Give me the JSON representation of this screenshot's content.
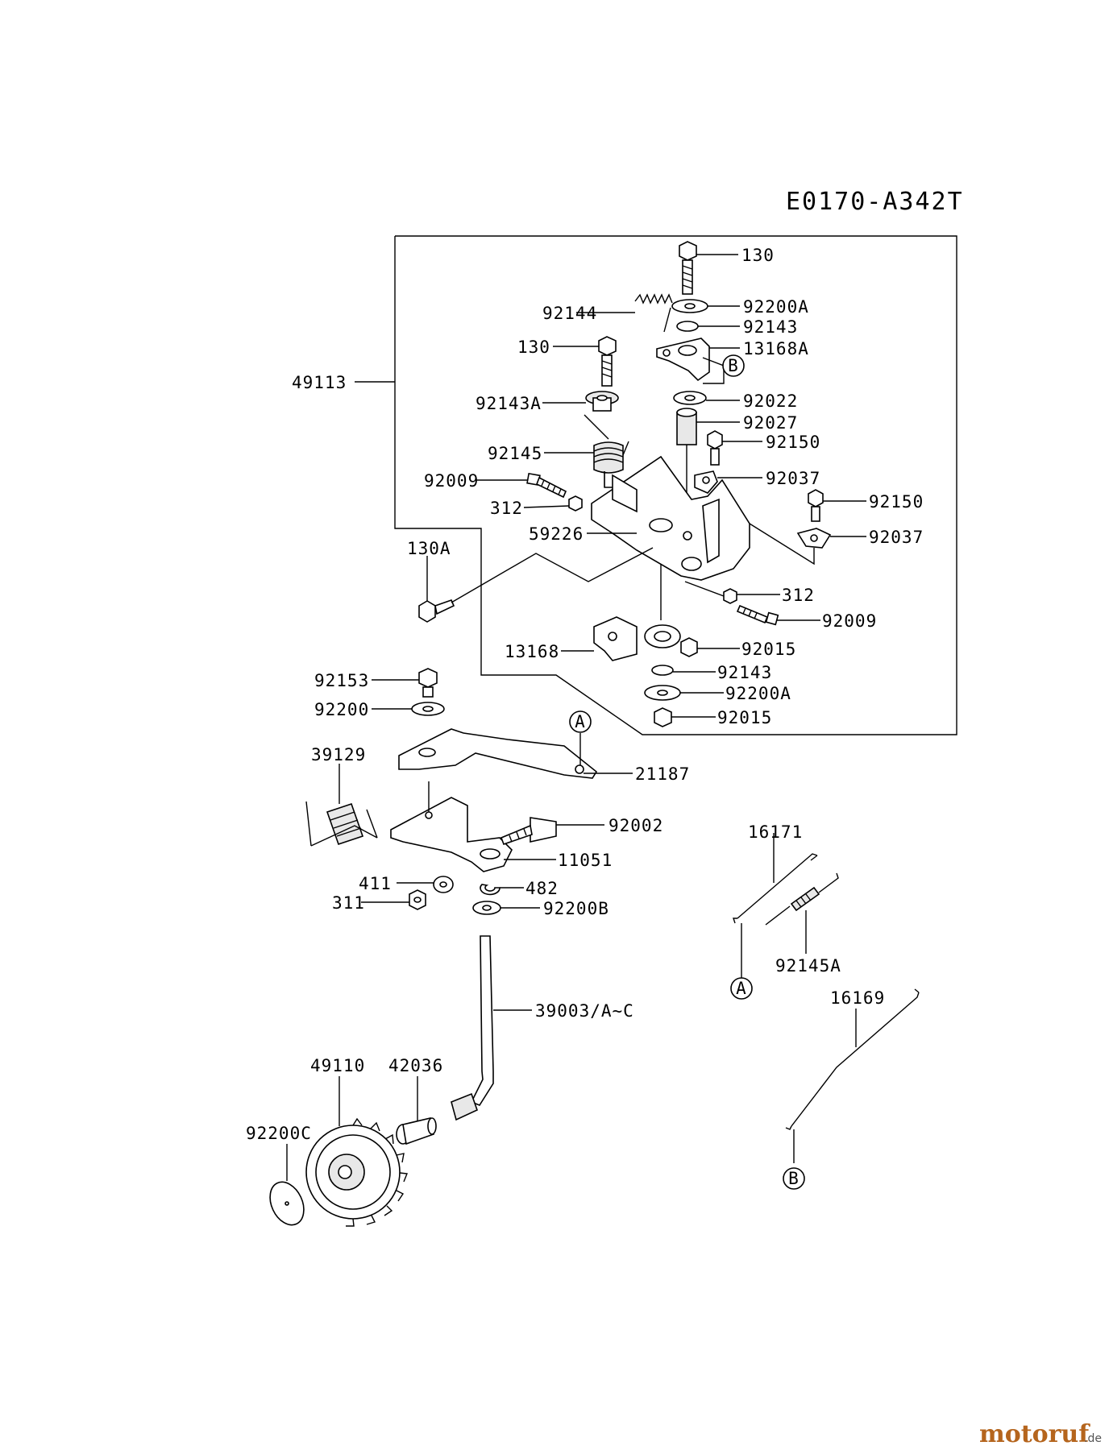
{
  "diagram": {
    "code": "E0170-A342T",
    "labels": {
      "l130a": "130",
      "l92200a_1": "92200A",
      "l92144": "92144",
      "l92143_1": "92143",
      "l130b": "130",
      "l13168a": "13168A",
      "l49113": "49113",
      "l92143a": "92143A",
      "l92022": "92022",
      "l92027": "92027",
      "l92145": "92145",
      "l92150_1": "92150",
      "l92009_1": "92009",
      "l92037_1": "92037",
      "l92150_2": "92150",
      "l312_1": "312",
      "l59226": "59226",
      "l92037_2": "92037",
      "l130A": "130A",
      "l312_2": "312",
      "l92009_2": "92009",
      "l13168": "13168",
      "l92015_1": "92015",
      "l92153": "92153",
      "l92143_2": "92143",
      "l92200a_2": "92200A",
      "l92200": "92200",
      "l92015_2": "92015",
      "l39129": "39129",
      "l21187": "21187",
      "l92002": "92002",
      "l11051": "11051",
      "l411": "411",
      "l482": "482",
      "l311": "311",
      "l92200b": "92200B",
      "l16171": "16171",
      "l92145a": "92145A",
      "l39003": "39003/A~C",
      "l16169": "16169",
      "l49110": "49110",
      "l42036": "42036",
      "l92200c": "92200C"
    },
    "callouts": {
      "a1": "A",
      "b1": "B",
      "a2": "A",
      "b2": "B"
    }
  },
  "watermark": {
    "brand": "motoruf",
    "suffix": ".de",
    "color": "#b5651d"
  }
}
